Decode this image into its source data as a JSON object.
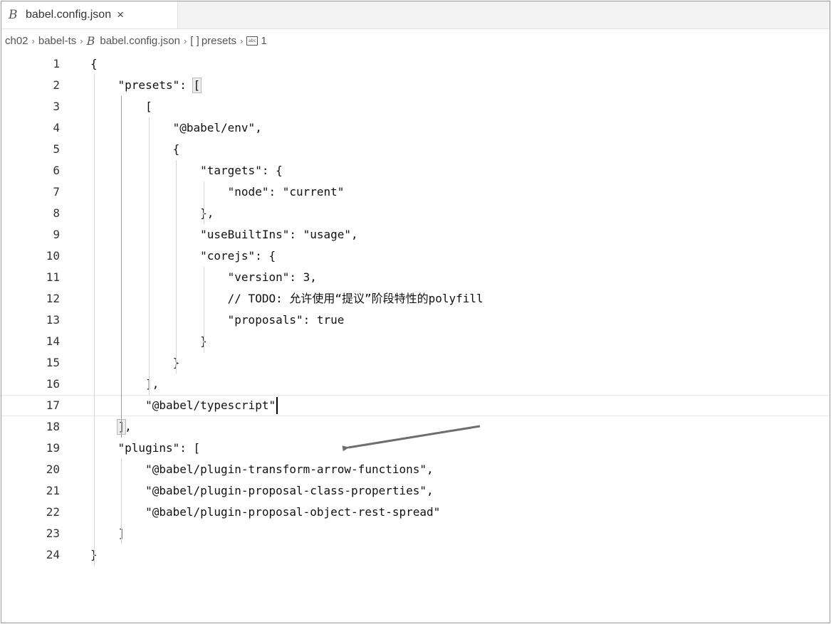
{
  "tab": {
    "icon": "babel-file-icon",
    "label": "babel.config.json",
    "close_label": "×"
  },
  "breadcrumb": {
    "items": [
      "ch02",
      "babel-ts",
      "babel.config.json",
      "presets",
      "1"
    ],
    "array_glyph": "[ ]",
    "separator": "›"
  },
  "editor": {
    "current_line": 17,
    "lines": [
      {
        "n": "1",
        "text": "{"
      },
      {
        "n": "2",
        "text": "    \"presets\": ["
      },
      {
        "n": "3",
        "text": "        ["
      },
      {
        "n": "4",
        "text": "            \"@babel/env\","
      },
      {
        "n": "5",
        "text": "            {"
      },
      {
        "n": "6",
        "text": "                \"targets\": {"
      },
      {
        "n": "7",
        "text": "                    \"node\": \"current\""
      },
      {
        "n": "8",
        "text": "                },"
      },
      {
        "n": "9",
        "text": "                \"useBuiltIns\": \"usage\","
      },
      {
        "n": "10",
        "text": "                \"corejs\": {"
      },
      {
        "n": "11",
        "text": "                    \"version\": 3,"
      },
      {
        "n": "12",
        "text": "                    // TODO: 允许使用“提议”阶段特性的polyfill"
      },
      {
        "n": "13",
        "text": "                    \"proposals\": true"
      },
      {
        "n": "14",
        "text": "                }"
      },
      {
        "n": "15",
        "text": "            }"
      },
      {
        "n": "16",
        "text": "        ],"
      },
      {
        "n": "17",
        "text": "        \"@babel/typescript\""
      },
      {
        "n": "18",
        "text": "    ],"
      },
      {
        "n": "19",
        "text": "    \"plugins\": ["
      },
      {
        "n": "20",
        "text": "        \"@babel/plugin-transform-arrow-functions\","
      },
      {
        "n": "21",
        "text": "        \"@babel/plugin-proposal-class-properties\","
      },
      {
        "n": "22",
        "text": "        \"@babel/plugin-proposal-object-rest-spread\""
      },
      {
        "n": "23",
        "text": "    ]"
      },
      {
        "n": "24",
        "text": "}"
      }
    ]
  },
  "colors": {
    "guide": "#d4d4d4",
    "active_guide": "#9c9c9c",
    "bracket_highlight": "#ececec",
    "annotation_arrow": "#6e6e6e"
  }
}
